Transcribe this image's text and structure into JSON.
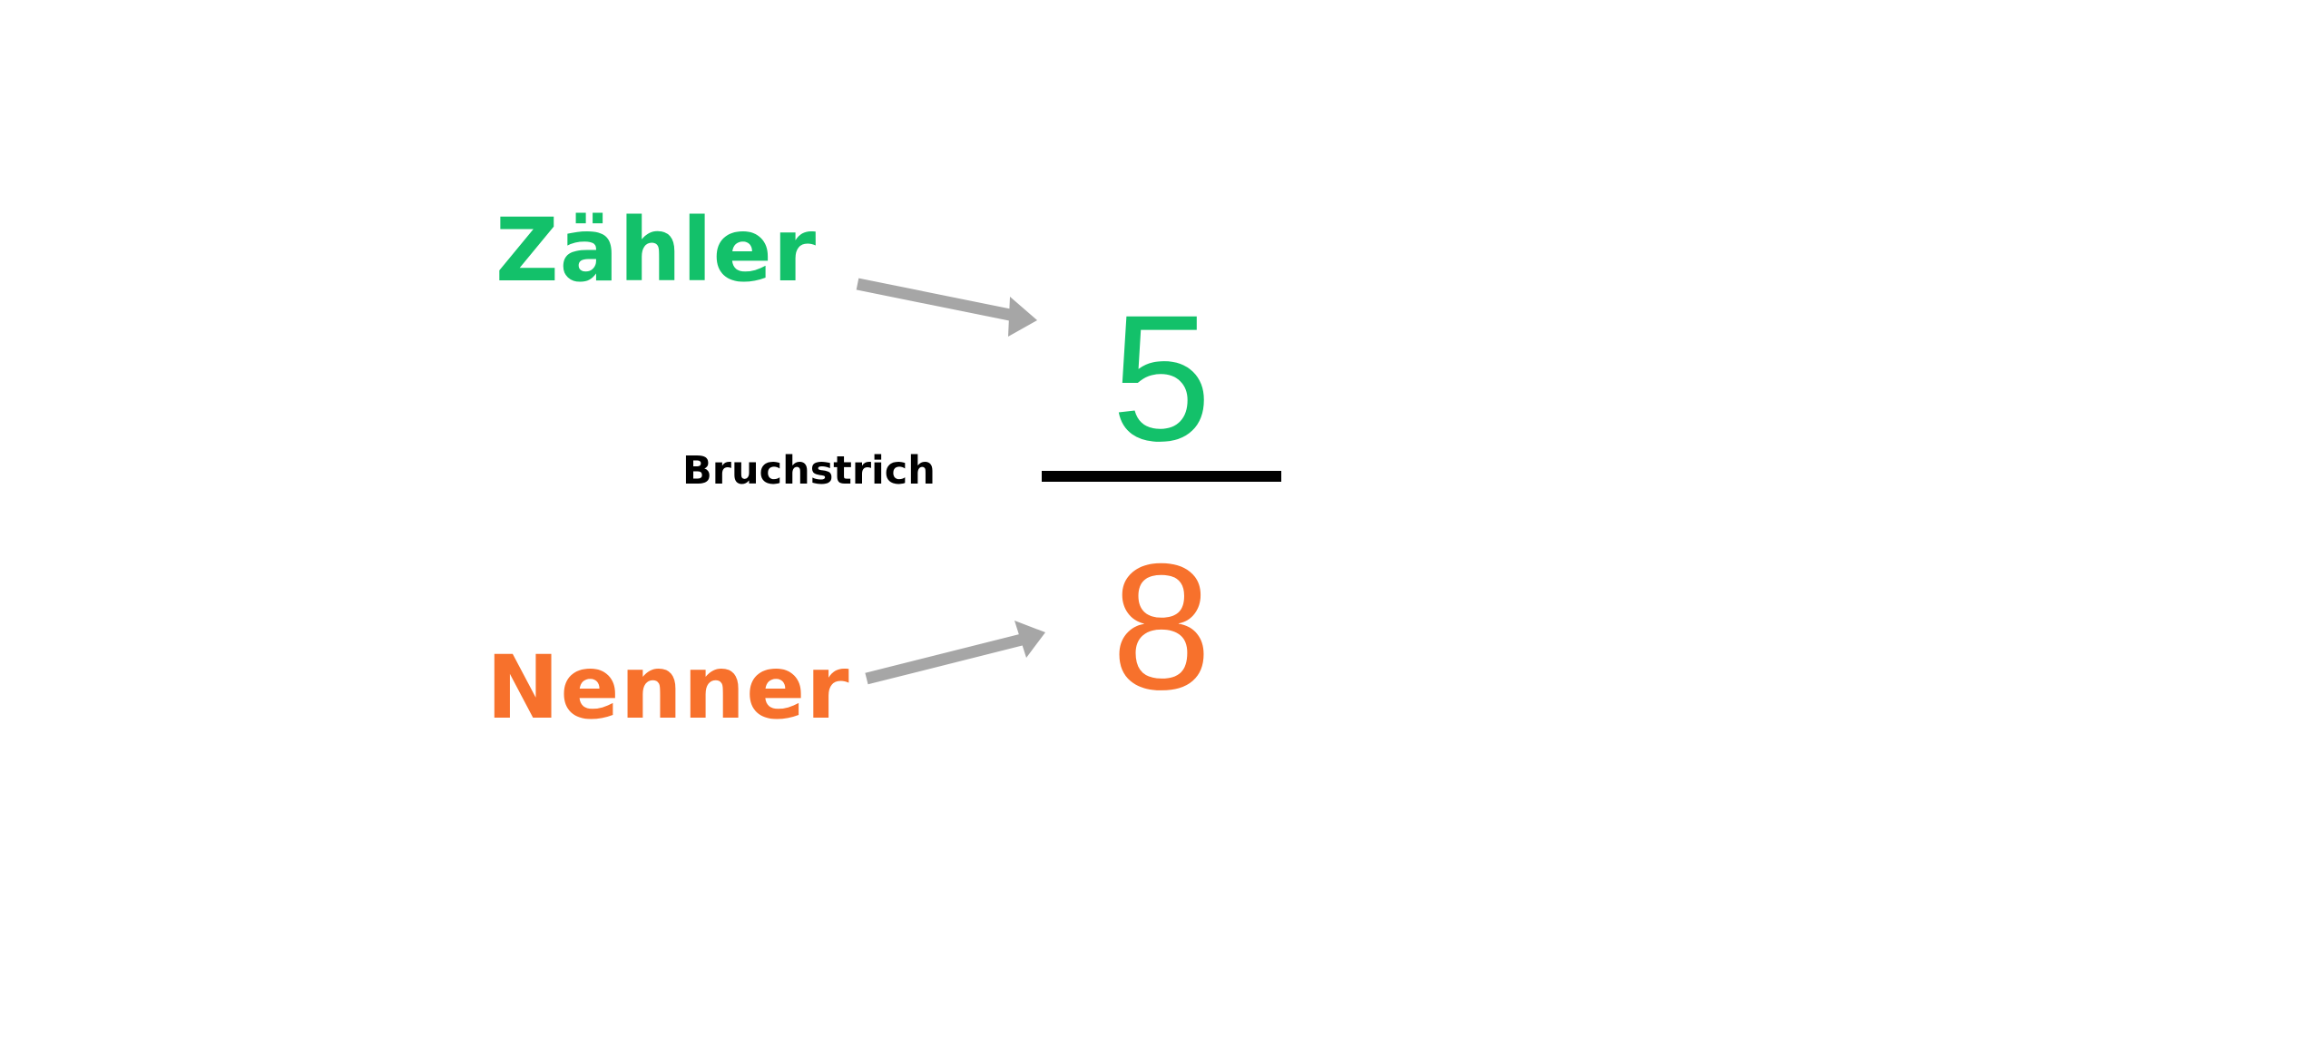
{
  "diagram": {
    "numerator_label": "Zähler",
    "bar_label": "Bruchstrich",
    "denominator_label": "Nenner",
    "fraction": {
      "numerator": "5",
      "denominator": "8"
    }
  },
  "colors": {
    "numerator": "#13c16a",
    "denominator": "#f7712c",
    "bar": "#000000",
    "arrow": "#a6a6a6",
    "background": "#ffffff"
  }
}
